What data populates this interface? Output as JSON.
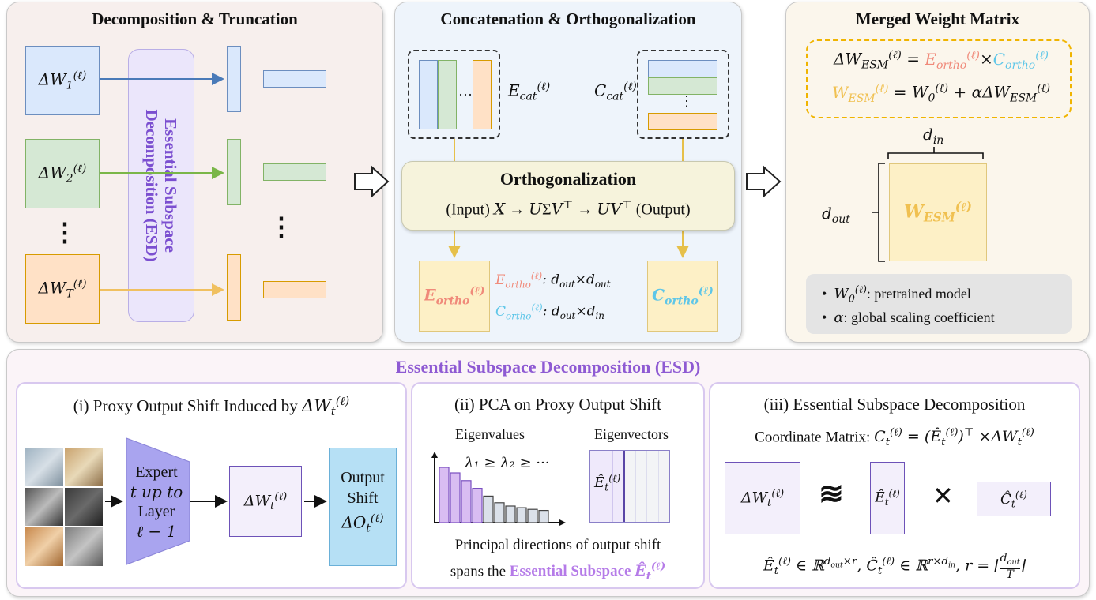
{
  "panels": {
    "decomposition": {
      "title": "Decomposition & Truncation",
      "inputs": [
        "ΔW₁⁽ℓ⁾",
        "ΔW₂⁽ℓ⁾",
        "ΔW_T⁽ℓ⁾"
      ],
      "vdots": "⋮",
      "esd_line1": "Essential Subspace",
      "esd_line2": "Decomposition (ESD)"
    },
    "concat": {
      "title": "Concatenation & Orthogonalization",
      "e_cat": "E_cat⁽ℓ⁾",
      "c_cat": "C_cat⁽ℓ⁾",
      "dots": "···",
      "vdots": "⋮",
      "orth_title": "Orthogonalization",
      "orth_formula": "(Input) X → UΣV⊤ → UV⊤ (Output)",
      "e_ortho": "E_ortho⁽ℓ⁾",
      "c_ortho": "C_ortho⁽ℓ⁾",
      "e_dims": "E_ortho⁽ℓ⁾: d_out×d_out",
      "c_dims": "C_ortho⁽ℓ⁾: d_out×d_in"
    },
    "merged": {
      "title": "Merged Weight Matrix",
      "eq1": "ΔW_ESM⁽ℓ⁾ = E_ortho⁽ℓ⁾×C_ortho⁽ℓ⁾",
      "eq2": "W_ESM⁽ℓ⁾ = W₀⁽ℓ⁾ + αΔW_ESM⁽ℓ⁾",
      "d_in": "d_in",
      "d_out": "d_out",
      "matrix": "W_ESM⁽ℓ⁾",
      "bullet1": "W₀⁽ℓ⁾: pretrained model",
      "bullet2": "α: global scaling coefficient"
    },
    "esd": {
      "title": "Essential Subspace Decomposition (ESD)",
      "step1": {
        "title": "(i) Proxy Output Shift Induced by ΔW_t⁽ℓ⁾",
        "expert": [
          "Expert",
          "t up to",
          "Layer",
          "ℓ − 1"
        ],
        "delta": "ΔW_t⁽ℓ⁾",
        "output": [
          "Output",
          "Shift",
          "ΔO_t⁽ℓ⁾"
        ]
      },
      "step2": {
        "title": "(ii) PCA on Proxy Output Shift",
        "eigenvalues": "Eigenvalues",
        "eigenvectors": "Eigenvectors",
        "lambda": "λ₁ ≥ λ₂ ≥ ···",
        "e_hat": "Ê_t⁽ℓ⁾",
        "caption1": "Principal directions of output shift",
        "caption2_prefix": "spans the ",
        "caption2_highlight": "Essential Subspace Ê_t⁽ℓ⁾",
        "bars": [
          1.0,
          0.9,
          0.76,
          0.62,
          0.48,
          0.36,
          0.3,
          0.27,
          0.24,
          0.22
        ]
      },
      "step3": {
        "title": "(iii) Essential Subspace Decomposition",
        "coord": "Coordinate Matrix: C_t⁽ℓ⁾ = (Ê_t⁽ℓ⁾)⊤ ×ΔW_t⁽ℓ⁾",
        "delta": "ΔW_t⁽ℓ⁾",
        "approx": "≋",
        "times": "✕",
        "e_hat": "Ê_t⁽ℓ⁾",
        "c_hat": "Ĉ_t⁽ℓ⁾",
        "membership": "Ê_t⁽ℓ⁾ ∈ ℝ^(d_out×r), Ĉ_t⁽ℓ⁾ ∈ ℝ^(r×d_in), r = ⌊d_out / T⌋"
      }
    }
  },
  "colors": {
    "purple": "#8e5ad3",
    "blue_box": "#dae8fc",
    "green_box": "#d5e8d4",
    "orange_box": "#ffe1c6",
    "yellow_box": "#fdf0c6",
    "salmon_text": "#f08a7a",
    "cyan_text": "#5ec6e8",
    "gold_text": "#f0c050"
  }
}
